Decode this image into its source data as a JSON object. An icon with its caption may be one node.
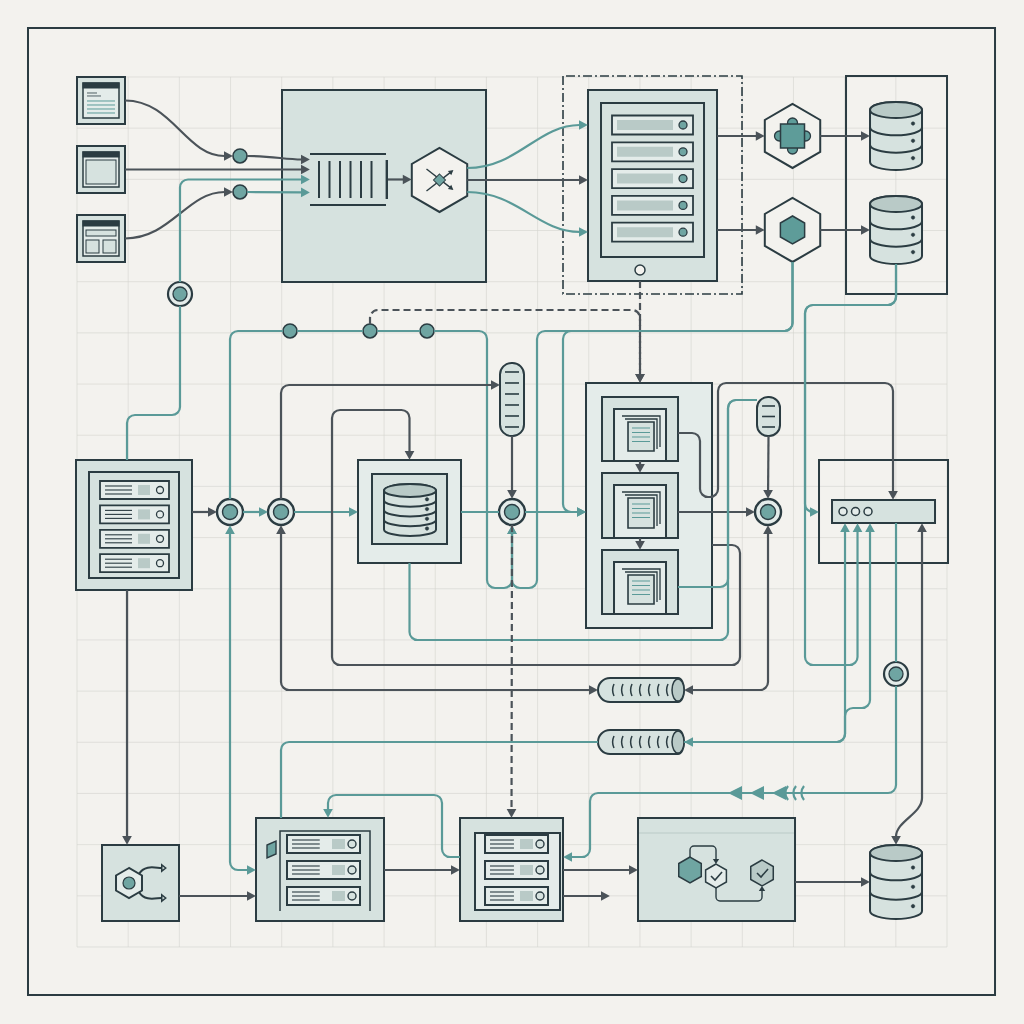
{
  "diagram": {
    "nodes": [
      {
        "text": [],
        "shape": "picture"
      },
      {
        "text": [],
        "shape": "picture"
      },
      {
        "text": [],
        "shape": "picture"
      },
      {
        "text": [],
        "shape": "circle"
      },
      {
        "text": [],
        "shape": "circle"
      },
      {
        "text": [],
        "shape": "box"
      },
      {
        "text": [],
        "shape": "picture",
        "in": 5
      },
      {
        "text": [],
        "shape": "picture",
        "in": 5
      },
      {
        "text": [],
        "shape": "box"
      },
      {
        "text": [],
        "shape": "picture",
        "in": 8
      },
      {
        "text": [],
        "shape": "picture"
      },
      {
        "text": [],
        "shape": "hexagon"
      },
      {
        "text": [],
        "shape": "box"
      },
      {
        "text": [],
        "shape": "cylinder",
        "in": 12
      },
      {
        "text": [],
        "shape": "cylinder",
        "in": 12
      },
      {
        "text": [],
        "shape": "circle"
      },
      {
        "text": [],
        "shape": "circle"
      },
      {
        "text": [],
        "shape": "circle"
      },
      {
        "text": [],
        "shape": "circle"
      },
      {
        "text": [],
        "shape": "cylinder"
      },
      {
        "text": [],
        "shape": "picture"
      },
      {
        "text": [],
        "shape": "circle"
      },
      {
        "text": [],
        "shape": "circle"
      },
      {
        "text": [],
        "shape": "picture"
      },
      {
        "text": [],
        "shape": "circle"
      },
      {
        "text": [],
        "shape": "box"
      },
      {
        "text": [],
        "shape": "picture",
        "in": 25
      },
      {
        "text": [],
        "shape": "picture",
        "in": 25
      },
      {
        "text": [],
        "shape": "picture",
        "in": 25
      },
      {
        "text": [],
        "shape": "cylinder"
      },
      {
        "text": [],
        "shape": "circle"
      },
      {
        "text": [],
        "shape": "box"
      },
      {
        "text": [],
        "shape": "picture",
        "in": 31
      },
      {
        "text": [],
        "shape": "circle"
      },
      {
        "text": [],
        "shape": "cylinder"
      },
      {
        "text": [],
        "shape": "cylinder"
      },
      {
        "text": [],
        "shape": "picture"
      },
      {
        "text": [],
        "shape": "picture"
      },
      {
        "text": [],
        "shape": "picture"
      },
      {
        "text": [],
        "shape": "picture"
      },
      {
        "text": [],
        "shape": "cylinder"
      }
    ],
    "edges": [
      {
        "from": 0,
        "to": 3,
        "arrow": "to"
      },
      {
        "from": 2,
        "to": 4,
        "arrow": "to"
      },
      {
        "from": 3,
        "to": 6,
        "arrow": "to"
      },
      {
        "from": 4,
        "to": 6,
        "arrow": "to",
        "color": "#5a9a98"
      },
      {
        "from": 1,
        "to": 6,
        "arrow": "to"
      },
      {
        "from": 20,
        "to": 15,
        "arrow": "none",
        "color": "#5a9a98"
      },
      {
        "from": 15,
        "to": 6,
        "arrow": "to",
        "color": "#5a9a98"
      },
      {
        "from": 6,
        "to": 7,
        "arrow": "to"
      },
      {
        "from": 7,
        "to": 9,
        "arrow": "to",
        "color": "#5a9a98"
      },
      {
        "from": 7,
        "to": 9,
        "arrow": "to"
      },
      {
        "from": 7,
        "to": 9,
        "arrow": "to",
        "color": "#5a9a98"
      },
      {
        "from": 9,
        "to": 10,
        "arrow": "to"
      },
      {
        "from": 9,
        "to": 11,
        "arrow": "to"
      },
      {
        "from": 10,
        "to": 13,
        "arrow": "to"
      },
      {
        "from": 11,
        "to": 14,
        "arrow": "to"
      },
      {
        "from": 17,
        "to": 25,
        "arrow": "to",
        "style": "dashed"
      },
      {
        "from": 9,
        "to": 25,
        "arrow": "to",
        "style": "dashed"
      },
      {
        "from": 21,
        "to": 16,
        "arrow": "none",
        "color": "#5a9a98"
      },
      {
        "from": 16,
        "to": 17,
        "arrow": "none",
        "color": "#5a9a98"
      },
      {
        "from": 17,
        "to": 18,
        "arrow": "none",
        "color": "#5a9a98"
      },
      {
        "from": 18,
        "to": 24,
        "arrow": "to",
        "color": "#5a9a98"
      },
      {
        "from": 11,
        "to": 24,
        "arrow": "to",
        "color": "#5a9a98"
      },
      {
        "from": 11,
        "to": 25,
        "arrow": "to",
        "color": "#5a9a98"
      },
      {
        "from": 20,
        "to": 21,
        "arrow": "to"
      },
      {
        "from": 21,
        "to": 22,
        "arrow": "to",
        "color": "#5a9a98"
      },
      {
        "from": 22,
        "to": 23,
        "arrow": "to",
        "color": "#5a9a98"
      },
      {
        "from": 23,
        "to": 24,
        "arrow": "none",
        "color": "#5a9a98"
      },
      {
        "from": 24,
        "to": 25,
        "arrow": "to",
        "color": "#5a9a98"
      },
      {
        "from": 21,
        "to": 37,
        "arrow": "both",
        "color": "#5a9a98"
      },
      {
        "from": 22,
        "to": 19,
        "arrow": "to"
      },
      {
        "from": 19,
        "to": 24,
        "arrow": "to"
      },
      {
        "from": 25,
        "to": 23,
        "arrow": "to"
      },
      {
        "from": 22,
        "to": 34,
        "arrow": "both"
      },
      {
        "from": 30,
        "to": 34,
        "arrow": "both"
      },
      {
        "from": 26,
        "to": 27,
        "arrow": "to"
      },
      {
        "from": 27,
        "to": 28,
        "arrow": "to"
      },
      {
        "from": 27,
        "to": 30,
        "arrow": "to"
      },
      {
        "from": 26,
        "to": 32,
        "arrow": "to"
      },
      {
        "from": 28,
        "to": 29,
        "arrow": "none",
        "color": "#5a9a98"
      },
      {
        "from": 23,
        "to": 29,
        "arrow": "none",
        "color": "#5a9a98"
      },
      {
        "from": 29,
        "to": 30,
        "arrow": "to"
      },
      {
        "from": 14,
        "to": 31,
        "arrow": "to",
        "color": "#5a9a98"
      },
      {
        "from": 14,
        "to": 32,
        "arrow": "to",
        "color": "#5a9a98"
      },
      {
        "from": 35,
        "to": 32,
        "arrow": "both",
        "color": "#5a9a98"
      },
      {
        "from": 35,
        "to": 32,
        "arrow": "to",
        "color": "#5a9a98"
      },
      {
        "from": 32,
        "to": 33,
        "arrow": "none",
        "color": "#5a9a98"
      },
      {
        "from": 33,
        "to": 38,
        "arrow": "to",
        "color": "#5a9a98"
      },
      {
        "from": 32,
        "to": 40,
        "arrow": "both"
      },
      {
        "from": 20,
        "to": 36,
        "arrow": "to"
      },
      {
        "from": 36,
        "to": 37,
        "arrow": "to"
      },
      {
        "from": 37,
        "to": 38,
        "arrow": "to"
      },
      {
        "from": 38,
        "to": 37,
        "arrow": "to",
        "color": "#5a9a98"
      },
      {
        "from": 37,
        "to": 35,
        "arrow": "none",
        "color": "#5a9a98"
      },
      {
        "from": 24,
        "to": 38,
        "arrow": "to",
        "style": "dashed"
      },
      {
        "from": 38,
        "to": 39,
        "arrow": "to"
      },
      {
        "from": 38,
        "to": null,
        "arrow": "to"
      },
      {
        "from": 39,
        "to": 40,
        "arrow": "to"
      }
    ]
  }
}
